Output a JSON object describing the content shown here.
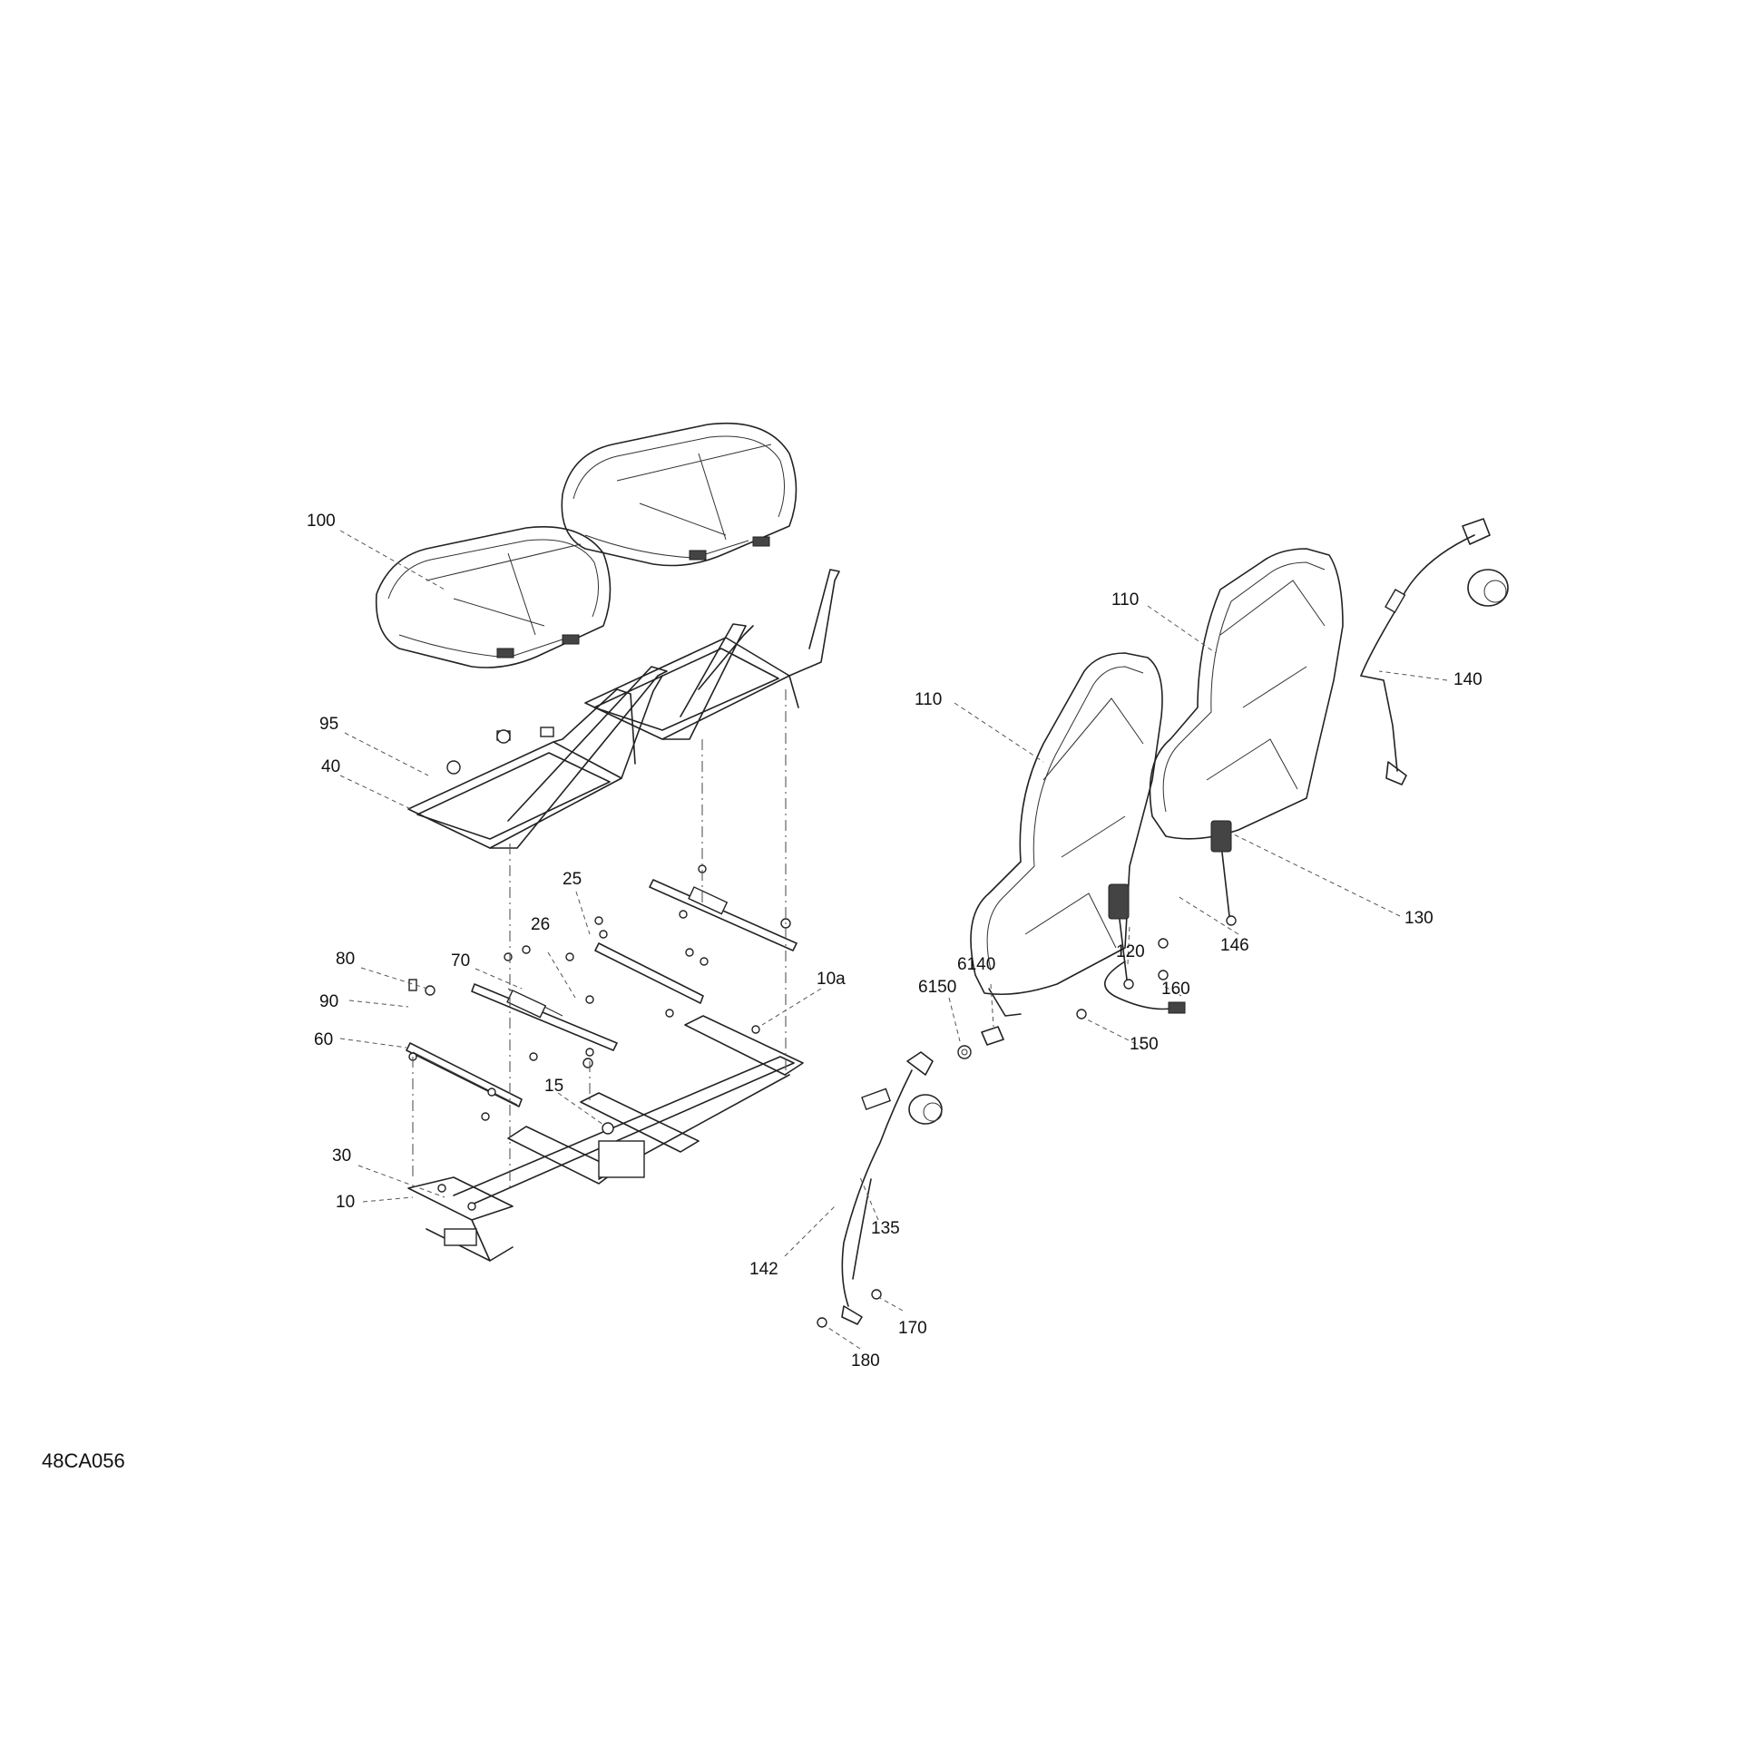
{
  "diagram_code": "48CA056",
  "callouts": [
    {
      "id": "c100",
      "text": "100"
    },
    {
      "id": "c95",
      "text": "95"
    },
    {
      "id": "c40",
      "text": "40"
    },
    {
      "id": "c80",
      "text": "80"
    },
    {
      "id": "c90",
      "text": "90"
    },
    {
      "id": "c60",
      "text": "60"
    },
    {
      "id": "c70",
      "text": "70"
    },
    {
      "id": "c26",
      "text": "26"
    },
    {
      "id": "c25",
      "text": "25"
    },
    {
      "id": "c10a",
      "text": "10a"
    },
    {
      "id": "c15",
      "text": "15"
    },
    {
      "id": "c30",
      "text": "30"
    },
    {
      "id": "c10",
      "text": "10"
    },
    {
      "id": "c110a",
      "text": "110"
    },
    {
      "id": "c110b",
      "text": "110"
    },
    {
      "id": "c140",
      "text": "140"
    },
    {
      "id": "c130",
      "text": "130"
    },
    {
      "id": "c146",
      "text": "146"
    },
    {
      "id": "c120",
      "text": "120"
    },
    {
      "id": "c160",
      "text": "160"
    },
    {
      "id": "c150",
      "text": "150"
    },
    {
      "id": "c6140",
      "text": "6140"
    },
    {
      "id": "c6150",
      "text": "6150"
    },
    {
      "id": "c135",
      "text": "135"
    },
    {
      "id": "c142",
      "text": "142"
    },
    {
      "id": "c170",
      "text": "170"
    },
    {
      "id": "c180",
      "text": "180"
    }
  ]
}
